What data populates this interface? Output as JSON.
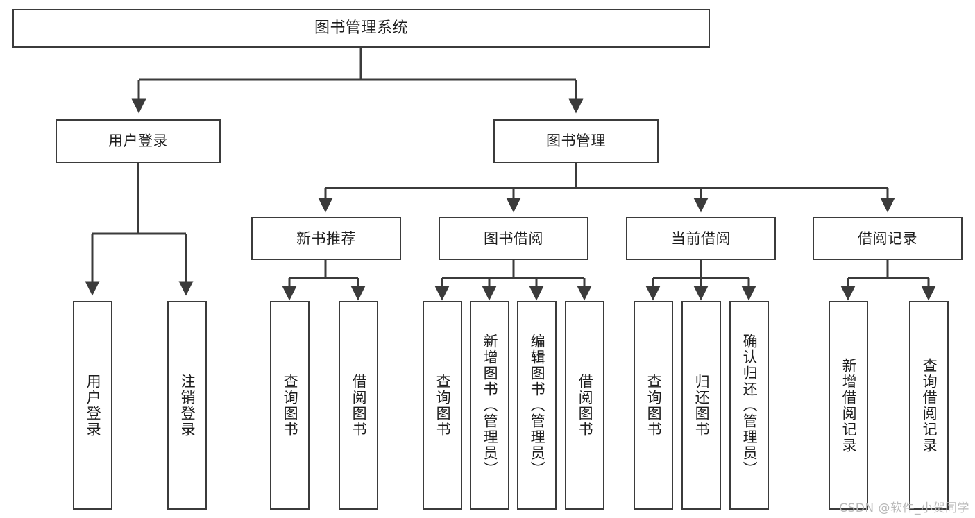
{
  "diagram": {
    "title": "图书管理系统",
    "background_color": "#ffffff",
    "line_color": "#3b3b3b",
    "text_color": "#1d1d1d",
    "watermark": "CSDN @软件_小贺同学",
    "nodes": {
      "root": "图书管理系统",
      "l2_user_login": "用户登录",
      "l2_book_manage": "图书管理",
      "l3_new_book_rec": "新书推荐",
      "l3_book_borrow": "图书借阅",
      "l3_current_borrow": "当前借阅",
      "l3_borrow_record": "借阅记录",
      "leaf_user_login": "用户登录",
      "leaf_user_logout": "注销登录",
      "leaf_rec_query_book": "查询图书",
      "leaf_rec_borrow_book": "借阅图书",
      "leaf_borrow_query_book": "查询图书",
      "leaf_borrow_add_book": "新增图书（管理员）",
      "leaf_borrow_edit_book": "编辑图书（管理员）",
      "leaf_borrow_borrow_book": "借阅图书",
      "leaf_cur_query_book": "查询图书",
      "leaf_cur_return_book": "归还图书",
      "leaf_cur_confirm_return": "确认归还（管理员）",
      "leaf_rec_add_record": "新增借阅记录",
      "leaf_rec_query_record": "查询借阅记录"
    }
  }
}
